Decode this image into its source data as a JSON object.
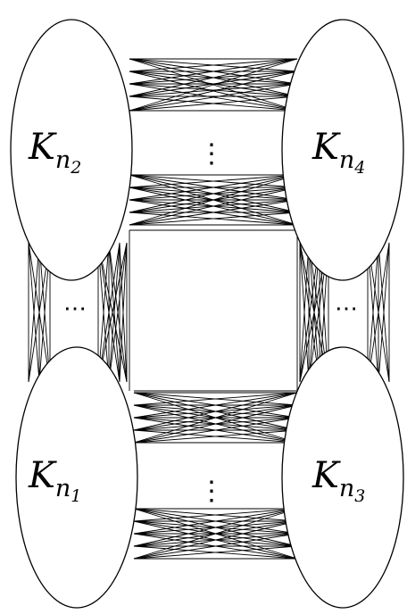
{
  "nodes": [
    {
      "id": "n2",
      "base": "K",
      "sub": "n",
      "subsub": "2"
    },
    {
      "id": "n4",
      "base": "K",
      "sub": "n",
      "subsub": "4"
    },
    {
      "id": "n1",
      "base": "K",
      "sub": "n",
      "subsub": "1"
    },
    {
      "id": "n3",
      "base": "K",
      "sub": "n",
      "subsub": "3"
    }
  ],
  "ellipsis": {
    "vertical": "⋮",
    "horizontal": "⋯"
  },
  "colors": {
    "stroke": "#000000",
    "fill": "#ffffff"
  }
}
